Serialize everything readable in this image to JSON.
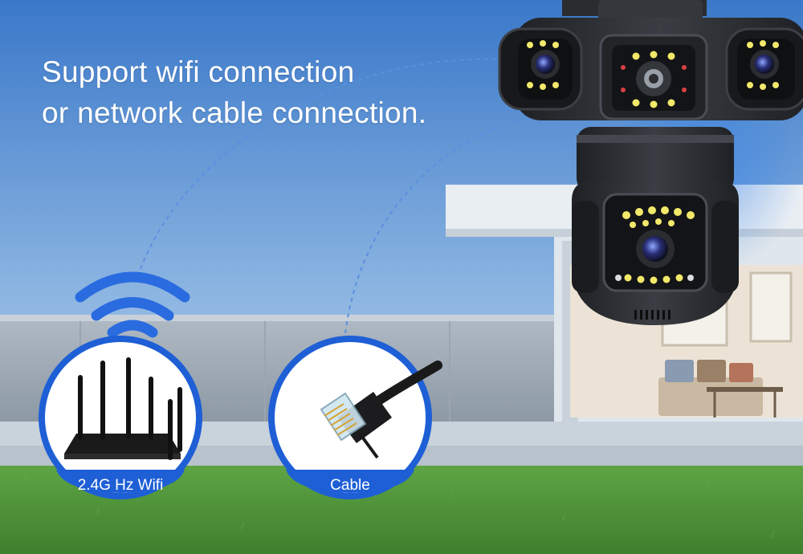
{
  "headline": {
    "line1": "Support wifi connection",
    "line2": "or network cable connection."
  },
  "options": [
    {
      "label": "2.4G Hz Wifi",
      "icon": "wifi-router-icon"
    },
    {
      "label": "Cable",
      "icon": "ethernet-cable-icon"
    }
  ],
  "colors": {
    "accent_blue": "#1e5fd6",
    "sky_top": "#3f7fcf",
    "sky_bottom": "#c9ddf0",
    "grass": "#4f9a3a",
    "camera_body": "#2b2d31"
  }
}
